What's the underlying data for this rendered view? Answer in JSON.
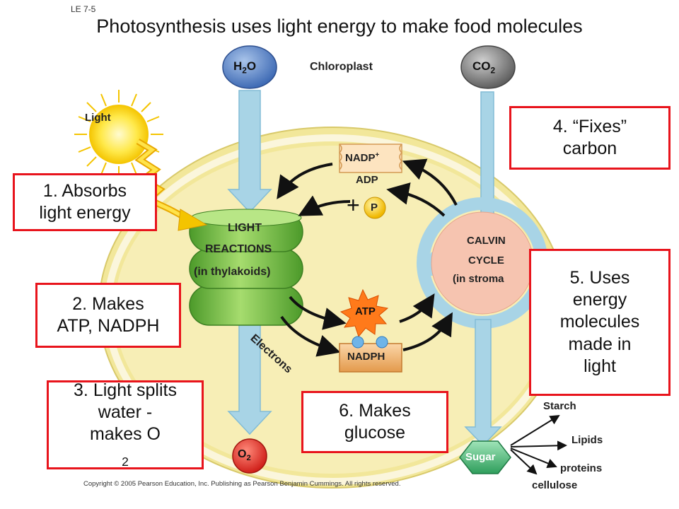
{
  "slide_id": "LE 7-5",
  "title": "Photosynthesis uses light energy to make food molecules",
  "labels": {
    "h2o": "H",
    "h2o_sub": "2",
    "h2o_tail": "O",
    "chloroplast": "Chloroplast",
    "co2": "CO",
    "co2_sub": "2",
    "light": "Light",
    "nadp": "NADP",
    "nadp_sup": "+",
    "adp": "ADP",
    "plus": "+",
    "p": "P",
    "light_reactions_1": "LIGHT",
    "light_reactions_2": "REACTIONS",
    "in_thylakoids": "(in thylakoids)",
    "calvin_1": "CALVIN",
    "calvin_2": "CYCLE",
    "in_stroma": "(in stroma",
    "atp": "ATP",
    "nadph": "NADPH",
    "electrons": "Electrons",
    "o2": "O",
    "o2_sub": "2",
    "sugar": "Sugar",
    "starch": "Starch",
    "lipids": "Lipids",
    "proteins": "proteins",
    "cellulose": "cellulose"
  },
  "callouts": {
    "c1": {
      "line1": "1. Absorbs",
      "line2": "light energy"
    },
    "c2": {
      "line1": "2. Makes",
      "line2": "ATP, NADPH"
    },
    "c3": {
      "line1": "3. Light splits",
      "line2": "water   -",
      "line3": "makes O",
      "line3_sub": "2"
    },
    "c4": {
      "line1": "4. “Fixes”",
      "line2": "carbon"
    },
    "c5": {
      "line1": "5. Uses",
      "line2": "energy",
      "line3": "molecules",
      "line4": "made in",
      "line5": "light"
    },
    "c6": {
      "line1": "6. Makes",
      "line2": "glucose"
    }
  },
  "copyright": "Copyright © 2005 Pearson Education, Inc. Publishing as Pearson Benjamin Cummings. All rights reserved.",
  "colors": {
    "chloroplast_outer": "#f2e79a",
    "chloroplast_inner": "#fbf8e8",
    "callout_border": "#e8141c",
    "thylakoid": "#6ab93c",
    "calvin_fill": "#f6c4b0",
    "arrow_blue": "#a8d4e6"
  }
}
